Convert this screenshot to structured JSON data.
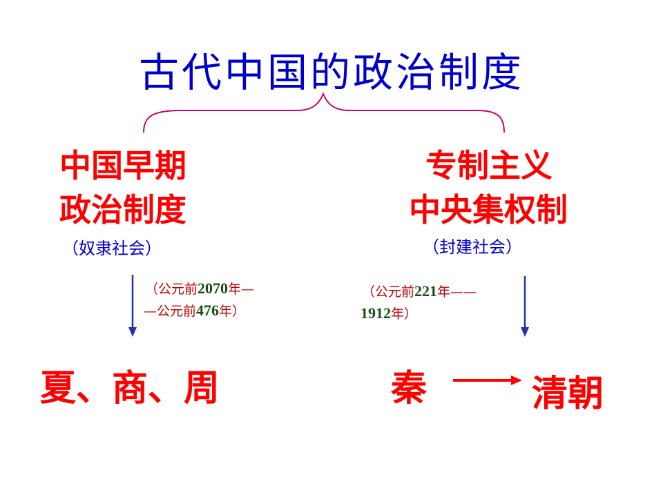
{
  "title": "古代中国的政治制度",
  "left": {
    "heading_line1": "中国早期",
    "heading_line2": "政治制度",
    "society": "（奴隶社会）",
    "period_line1_a": "（公元前",
    "period_line1_b": "2070",
    "period_line1_c": "年—",
    "period_line2_a": "—公元前",
    "period_line2_b": "476",
    "period_line2_c": "年）",
    "dynasties": "夏、商、周"
  },
  "right": {
    "heading_line1": "专制主义",
    "heading_line2": "中央集权制",
    "society": "（封建社会）",
    "period_line1_a": "（公元前",
    "period_line1_b": "221",
    "period_line1_c": "年——",
    "period_line2_b": "1912",
    "period_line2_c": "年）",
    "start_dynasty": "秦",
    "end_dynasty": "清朝"
  },
  "colors": {
    "title": "#0000cc",
    "heading": "#ff0000",
    "brace": "#cc0066",
    "arrow": "#2233aa"
  }
}
